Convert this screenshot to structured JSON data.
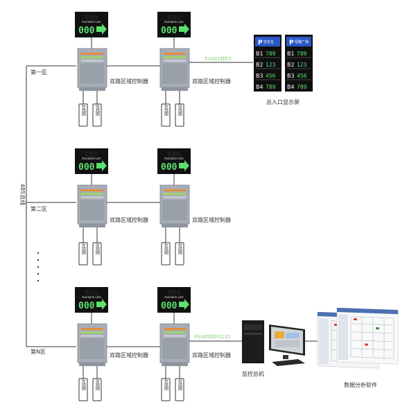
{
  "sign": {
    "title": "空车位",
    "subtitle": "Available Lots",
    "digits": "000"
  },
  "controller_label": "双路区域控制器",
  "coils": {
    "a": "A线圈",
    "b": "B线圈"
  },
  "zones": [
    {
      "label": "第一区"
    },
    {
      "label": "第二区"
    },
    {
      "label": "第N区"
    }
  ],
  "bus_label": "485总线",
  "rs485_label_top": "RS485转RS",
  "rs485_label_bottom": "RS485转RS232",
  "display_screen": {
    "label": "总入口显示屏",
    "left_panel": {
      "header": "空车位",
      "rows": [
        {
          "code": "B1",
          "value": "789"
        },
        {
          "code": "B2",
          "value": "123"
        },
        {
          "code": "B3",
          "value": "456"
        },
        {
          "code": "B4",
          "value": "789"
        }
      ]
    },
    "right_panel": {
      "header": "恒隆广场",
      "rows": [
        {
          "code": "B1",
          "value": "789"
        },
        {
          "code": "B2",
          "value": "123"
        },
        {
          "code": "B3",
          "value": "456"
        },
        {
          "code": "B4",
          "value": "789"
        }
      ]
    }
  },
  "monitor_host_label": "监控总机",
  "software_label": "数据分析软件"
}
